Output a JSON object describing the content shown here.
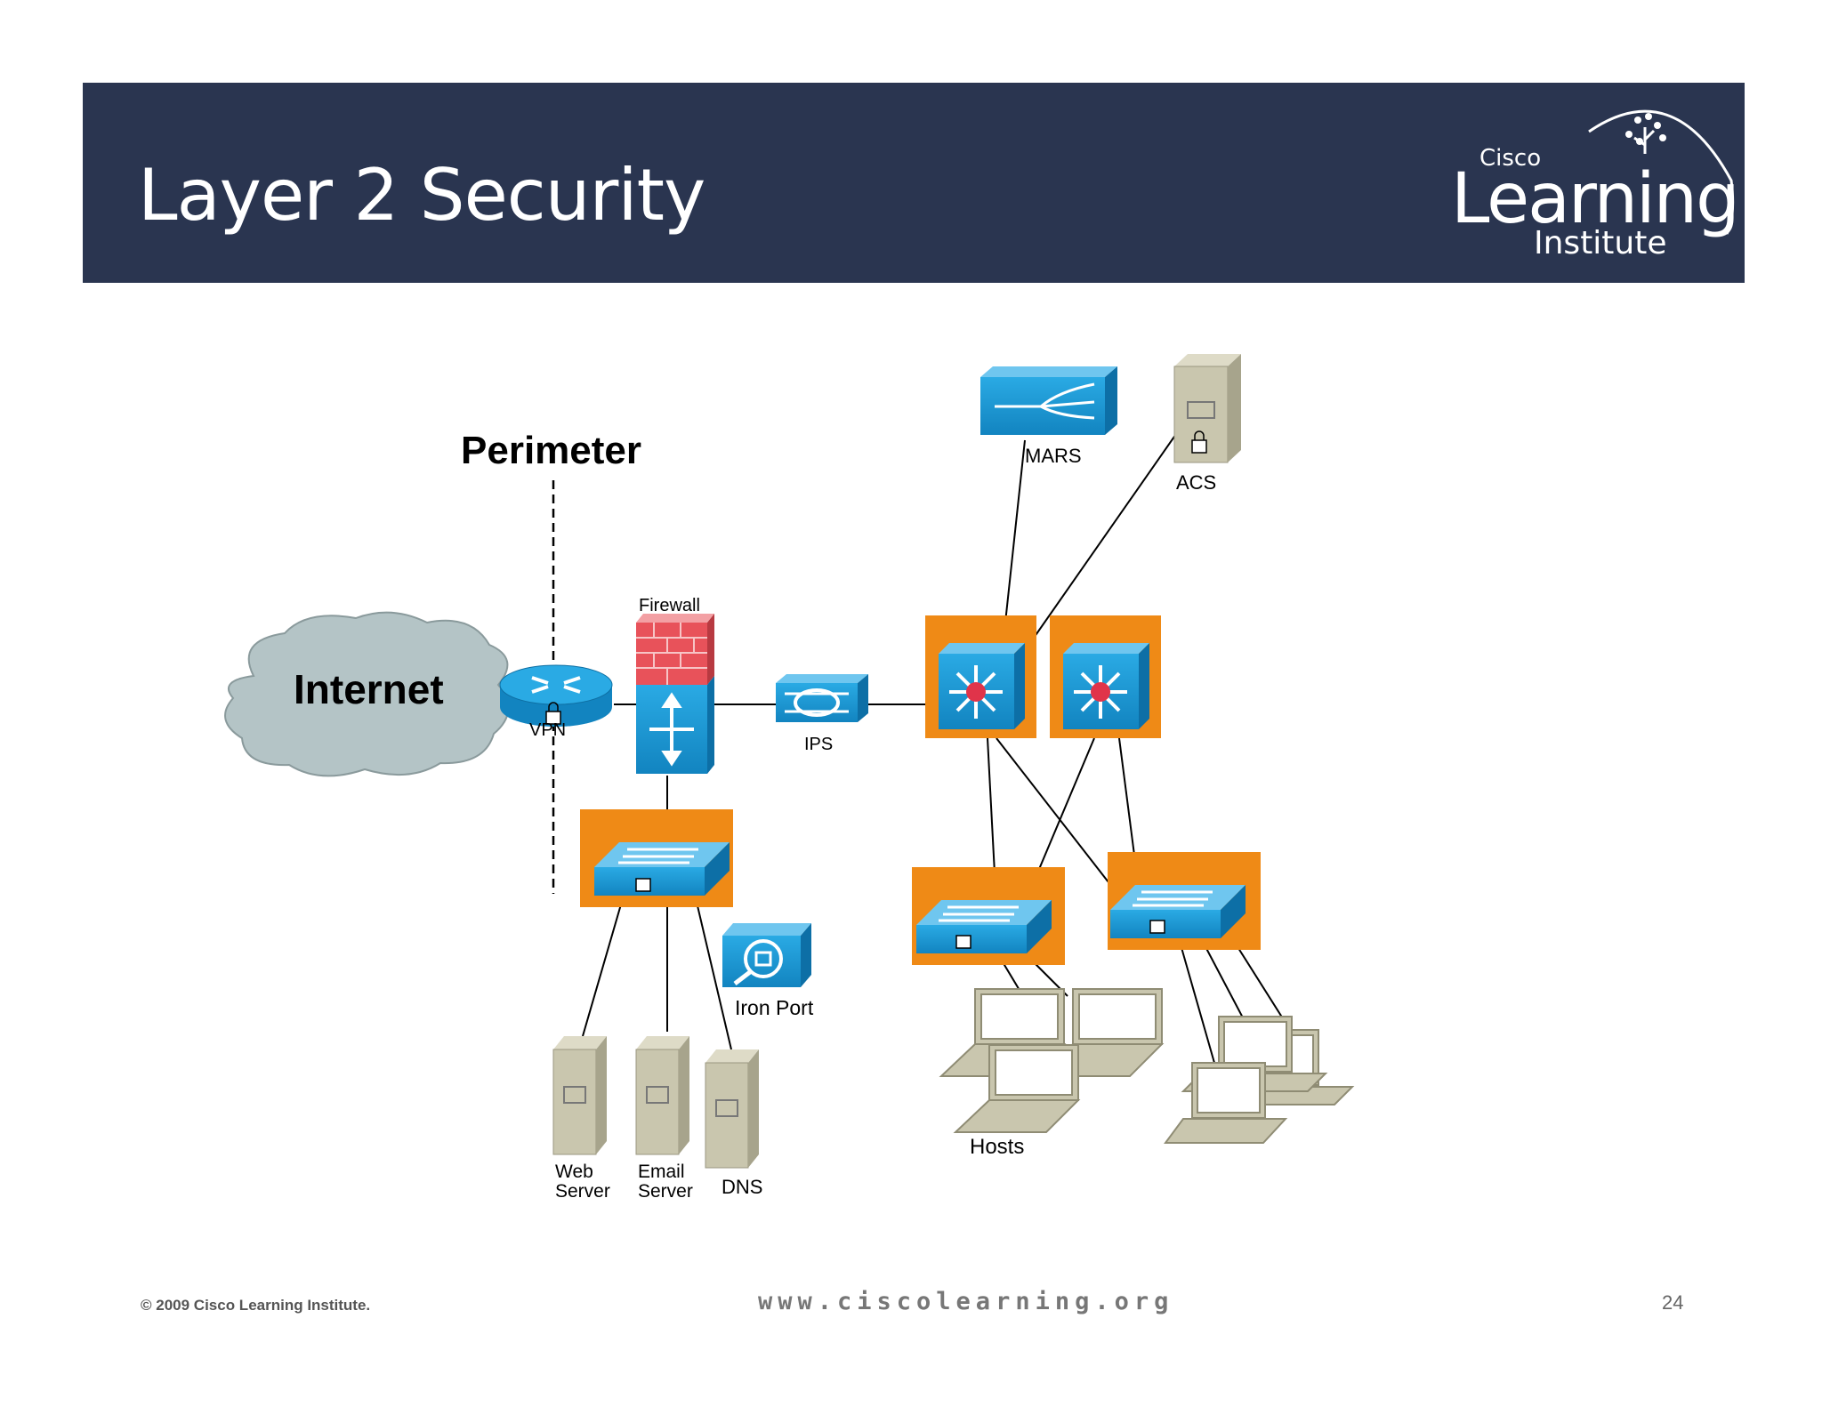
{
  "slide": {
    "title": "Layer 2 Security",
    "page_number": "24"
  },
  "logo": {
    "brand": "Cisco",
    "name": "Learning",
    "subtitle": "Institute"
  },
  "diagram": {
    "perimeter_label": "Perimeter",
    "internet_label": "Internet",
    "vpn_label": "VPN",
    "firewall_label": "Firewall",
    "ips_label": "IPS",
    "mars_label": "MARS",
    "acs_label": "ACS",
    "ironport_label": "Iron Port",
    "web_server_label_1": "Web",
    "web_server_label_2": "Server",
    "email_server_label_1": "Email",
    "email_server_label_2": "Server",
    "dns_label": "DNS",
    "hosts_label": "Hosts"
  },
  "colors": {
    "banner": "#2a3550",
    "device_blue": "#1d9ad6",
    "highlight_orange": "#ef8a16",
    "firewall_red": "#e8525a",
    "cloud_gray": "#b4c4c6",
    "server_beige": "#c9c6ae"
  },
  "footer": {
    "copyright": "© 2009 Cisco Learning Institute.",
    "url": "www.ciscolearning.org"
  }
}
